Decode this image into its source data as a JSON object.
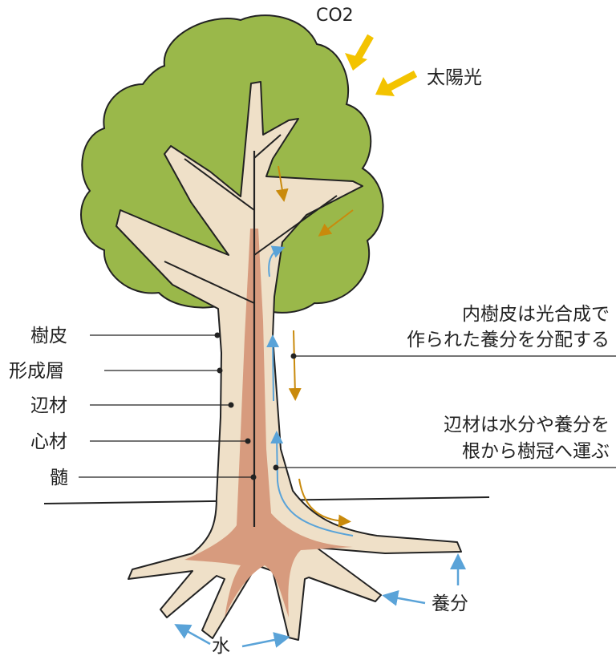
{
  "colors": {
    "crown": "#9ab84a",
    "crown_stroke": "#222222",
    "bark": "#efe0c8",
    "heartwood": "#d79b7e",
    "outline": "#222222",
    "sunlight_arrow": "#f3c300",
    "nutrient_arrow": "#c98a0c",
    "water_arrow": "#5aa3d8"
  },
  "top": {
    "co2": "CO2",
    "sunlight": "太陽光"
  },
  "left_labels": {
    "bark": "樹皮",
    "cambium": "形成層",
    "sapwood": "辺材",
    "heartwood": "心材",
    "pith": "髄"
  },
  "notes": {
    "inner_bark_line1": "内樹皮は光合成で",
    "inner_bark_line2": "作られた養分を分配する",
    "sapwood_line1": "辺材は水分や養分を",
    "sapwood_line2": "根から樹冠へ運ぶ"
  },
  "bottom": {
    "nutrients": "養分",
    "water": "水"
  }
}
